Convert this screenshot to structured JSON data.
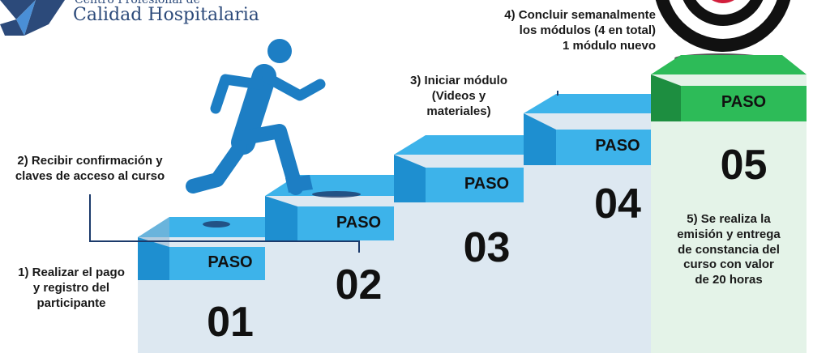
{
  "logo": {
    "line1": "Centro Profesional de",
    "line2": "Calidad Hospitalaria"
  },
  "steps": [
    {
      "paso": "PASO",
      "number": "01",
      "description": "1) Realizar el pago\ny registro del\nparticipante"
    },
    {
      "paso": "PASO",
      "number": "02",
      "description": "2) Recibir confirmación y\nclaves de acceso al curso"
    },
    {
      "paso": "PASO",
      "number": "03",
      "description": "3) Iniciar módulo\n(Videos y\nmateriales)"
    },
    {
      "paso": "PASO",
      "number": "04",
      "description": "4) Concluir semanalmente\nlos módulos (4 en total)\n1 módulo nuevo"
    },
    {
      "paso": "PASO",
      "number": "05",
      "description": "5) Se realiza la\nemisión y entrega\nde constancia del\ncurso con valor\nde 20 horas"
    }
  ],
  "colors": {
    "block_top": "#3db3ea",
    "block_side": "#1e8fd0",
    "block_front": "#dde8f1",
    "block_shade": "#b5c9da",
    "final_top": "#2dbb58",
    "final_side": "#1d8e40",
    "final_front": "#e4f3e8",
    "runner": "#1d7ec4",
    "target_red": "#d21f3c",
    "logo_blue": "#2c4a7a",
    "line": "#1b3a6b"
  },
  "icons": [
    "runner-icon",
    "target-icon",
    "logo-icon"
  ]
}
